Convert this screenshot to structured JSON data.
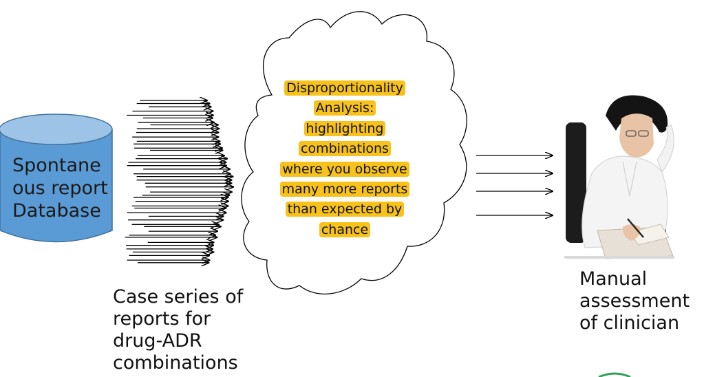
{
  "database": {
    "label_lines": [
      "Spontane",
      "ous report",
      "Database"
    ],
    "fill": "#5b9bd5",
    "top_fill": "#9dc3e6",
    "stroke": "#41719c"
  },
  "cloud": {
    "text_lines": [
      "Disproportionality",
      "Analysis:",
      "highlighting",
      "combinations",
      "where you observe",
      "many more reports",
      "than expected by",
      "chance"
    ],
    "highlight_color": "#f7c21b"
  },
  "case_series": {
    "label_lines": [
      "Case series of",
      "reports for",
      "drug-ADR",
      "combinations"
    ]
  },
  "clinician": {
    "image_icon": "clinician-photo-icon",
    "label_lines": [
      "Manual",
      "assessment",
      "of clinician"
    ]
  }
}
